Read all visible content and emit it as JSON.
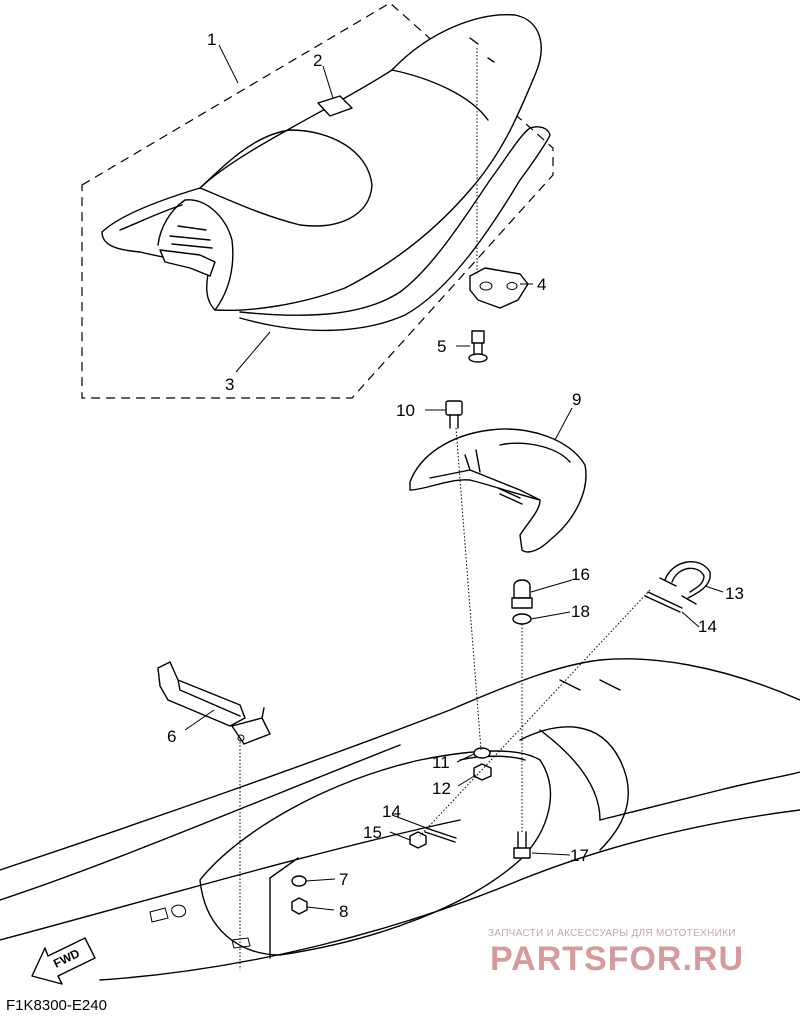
{
  "diagram": {
    "callouts": [
      {
        "id": "1",
        "text": "1"
      },
      {
        "id": "2",
        "text": "2"
      },
      {
        "id": "3",
        "text": "3"
      },
      {
        "id": "4",
        "text": "4"
      },
      {
        "id": "5",
        "text": "5"
      },
      {
        "id": "6",
        "text": "6"
      },
      {
        "id": "7",
        "text": "7"
      },
      {
        "id": "8",
        "text": "8"
      },
      {
        "id": "9",
        "text": "9"
      },
      {
        "id": "10",
        "text": "10"
      },
      {
        "id": "11",
        "text": "11"
      },
      {
        "id": "12",
        "text": "12"
      },
      {
        "id": "13",
        "text": "13"
      },
      {
        "id": "14a",
        "text": "14"
      },
      {
        "id": "14b",
        "text": "14"
      },
      {
        "id": "15",
        "text": "15"
      },
      {
        "id": "16",
        "text": "16"
      },
      {
        "id": "17",
        "text": "17"
      },
      {
        "id": "18",
        "text": "18"
      }
    ],
    "figure_code": "F1K8300-E240",
    "fwd_label": "FWD"
  },
  "watermark": {
    "tagline": "ЗАПЧАСТИ И АКСЕССУАРЫ ДЛЯ МОТОТЕХНИКИ",
    "brand": "PARTSFOR.RU"
  }
}
